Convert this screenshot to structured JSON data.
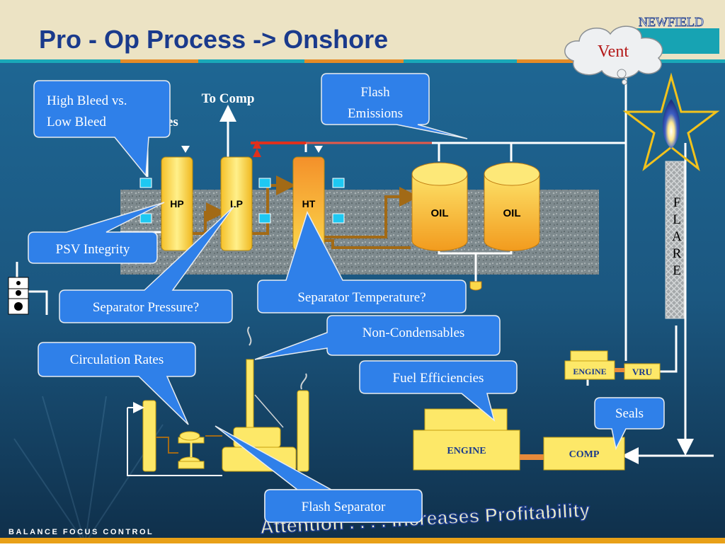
{
  "slide": {
    "title": "Pro - Op  Process -> Onshore",
    "brand": "NEWFIELD",
    "footer_tagline": "BALANCE FOCUS CONTROL",
    "banner_text": "Attention . . . . Increases Profitability"
  },
  "process": {
    "vessels": {
      "hp": "HP",
      "lp": "LP",
      "ht": "HT"
    },
    "tanks": [
      "OIL",
      "OIL"
    ],
    "flow_labels": {
      "to_comp": "To Comp",
      "partial": "es"
    },
    "flare_letters": [
      "F",
      "L",
      "A",
      "R",
      "E"
    ],
    "engine_small": "ENGINE",
    "vru": "VRU",
    "engine_large": "ENGINE",
    "comp": "COMP"
  },
  "callouts": {
    "vent": "Vent",
    "high_bleed": [
      "High Bleed vs.",
      "Low Bleed"
    ],
    "flash_emissions": [
      "Flash",
      "Emissions"
    ],
    "psv_integrity": "PSV Integrity",
    "separator_pressure": "Separator Pressure?",
    "separator_temperature": "Separator Temperature?",
    "non_condensables": "Non-Condensables",
    "circulation_rates": "Circulation Rates",
    "fuel_efficiencies": "Fuel Efficiencies",
    "seals": "Seals",
    "flash_separator": "Flash Separator"
  },
  "colors": {
    "background": "#1d5f8b",
    "title_bar": "#ece3c4",
    "title_text": "#1a3a8c",
    "callout_fill": "#2f80e9",
    "vessel_yellow": "#fcd84a",
    "vessel_orange": "#f69a1e",
    "accent_teal": "#1aa8b8",
    "banner_text": "#f0f0c8"
  }
}
